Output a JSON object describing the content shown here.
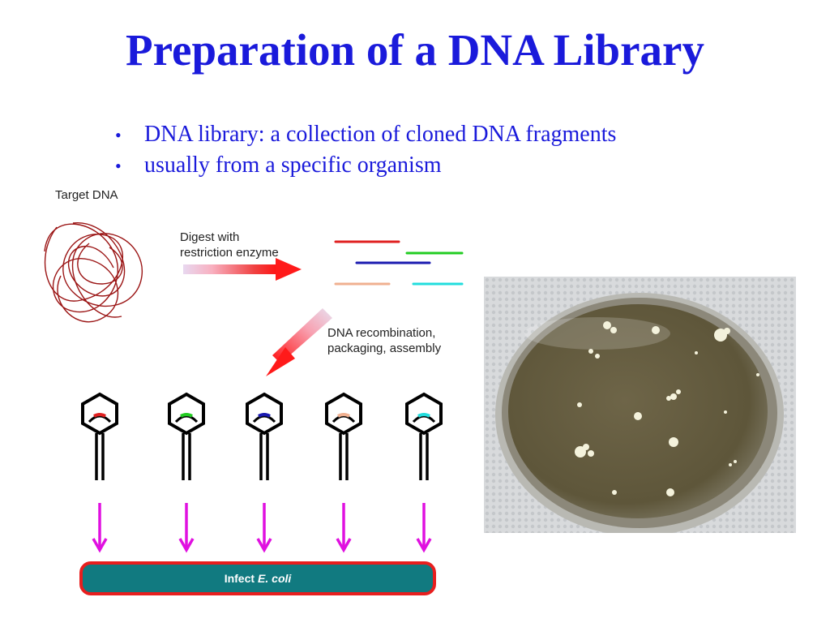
{
  "title": "Preparation of a DNA Library",
  "bullets": [
    "DNA library: a collection of cloned DNA fragments",
    "usually from a specific organism"
  ],
  "diagram": {
    "target_label": "Target DNA",
    "digest_label_line1": "Digest with",
    "digest_label_line2": "restriction enzyme",
    "recombination_label_line1": "DNA recombination,",
    "recombination_label_line2": "packaging, assembly",
    "infect_label": "Infect",
    "infect_organism": "E. coli",
    "fragment_colors": [
      "#e02020",
      "#22cc22",
      "#1a1ab0",
      "#f0b090",
      "#22dddd"
    ],
    "phage_count": 5,
    "arrow_color": "#e010e0",
    "bar_color": "#117a80",
    "bar_border_color": "#e81e1e"
  },
  "colors": {
    "title": "#1a1adb",
    "dna_tangle": "#9b1515",
    "arrow_head": "#ff1a1a"
  }
}
